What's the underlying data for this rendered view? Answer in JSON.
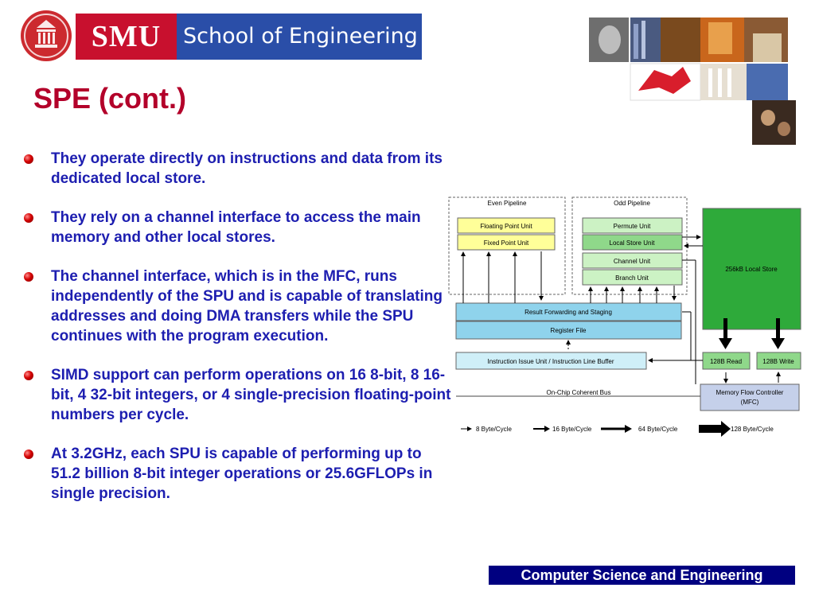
{
  "header": {
    "brand_short": "SMU",
    "brand_long": "School of Engineering"
  },
  "slide": {
    "title": "SPE (cont.)",
    "bullets": [
      {
        "text": "They operate directly on instructions and data from its dedicated local store."
      },
      {
        "text": "They rely on a channel interface to access the main memory and other local stores."
      },
      {
        "text": "The channel interface, which is in the MFC, runs independently of the SPU and is capable of translating addresses and doing DMA transfers while the SPU continues with the program execution."
      },
      {
        "text": "SIMD support can perform operations on 16 8-bit, 8 16-bit, 4 32-bit integers, or 4 single-precision floating-point numbers per cycle."
      },
      {
        "text": "At 3.2GHz, each SPU is capable of performing up to 51.2 billion 8-bit integer operations or 25.6GFLOPs in single precision."
      }
    ]
  },
  "diagram": {
    "even_pipeline": "Even Pipeline",
    "odd_pipeline": "Odd Pipeline",
    "floating_point_unit": "Floating Point Unit",
    "fixed_point_unit": "Fixed Point Unit",
    "permute_unit": "Permute Unit",
    "local_store_unit": "Local Store Unit",
    "channel_unit": "Channel Unit",
    "branch_unit": "Branch Unit",
    "local_store": "256kB Local Store",
    "result_forwarding": "Result Forwarding and Staging",
    "register_file": "Register File",
    "instruction_issue": "Instruction Issue Unit / Instruction Line Buffer",
    "read_128b": "128B Read",
    "write_128b": "128B Write",
    "on_chip_bus": "On-Chip Coherent Bus",
    "mfc_line1": "Memory Flow Controller",
    "mfc_line2": "(MFC)",
    "legend": [
      "8 Byte/Cycle",
      "16 Byte/Cycle",
      "64 Byte/Cycle",
      "128 Byte/Cycle"
    ]
  },
  "footer": {
    "label": "Computer Science and Engineering"
  },
  "colors": {
    "title": "#b3002a",
    "bullet_text": "#1d1eb0",
    "footer_bg": "#000080",
    "smu_red": "#c8102e",
    "banner_blue": "#2a4ea8",
    "local_store_green": "#2eaa3a"
  }
}
